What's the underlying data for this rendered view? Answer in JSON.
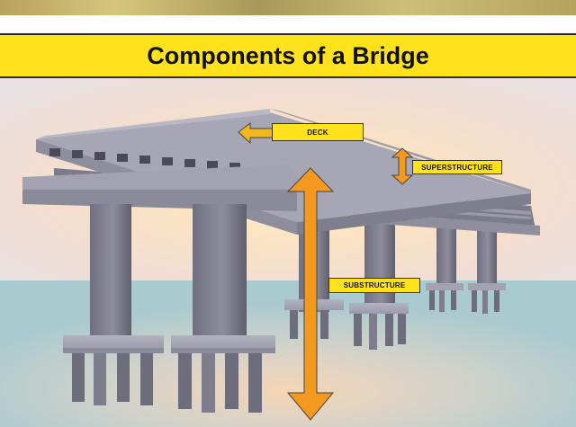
{
  "slide": {
    "title": "Components of a Bridge"
  },
  "labels": {
    "deck": "DECK",
    "superstructure": "SUPERSTRUCTURE",
    "substructure": "SUBSTRUCTURE"
  },
  "colors": {
    "title_bar": "#ffe21c",
    "arrow": "#f39a1e",
    "water": "#b9d3d6",
    "concrete": "#8a8a9a"
  }
}
